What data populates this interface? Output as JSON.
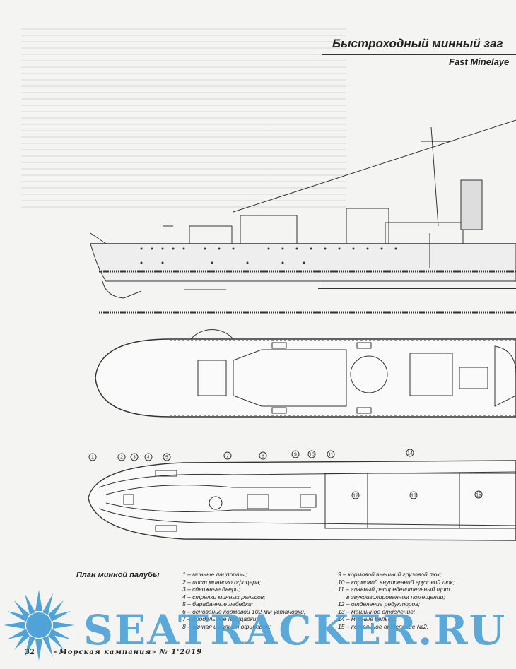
{
  "header": {
    "title": "Быстроходный минный заг",
    "subtitle": "Fast Minelaye"
  },
  "plan": {
    "label": "План минной палубы",
    "callouts": [
      "1",
      "2",
      "3",
      "4",
      "5",
      "7",
      "8",
      "9",
      "10",
      "11",
      "12",
      "13",
      "14",
      "15"
    ]
  },
  "legend": {
    "left": [
      "1 – минные лацпорты;",
      "2 – пост минного офицера;",
      "3 – сдвижные двери;",
      "4 – стрелки минных рельсов;",
      "5 – барабанные лебедки;",
      "6 – основание кормовой 102-мм установки;",
      "7 – продольные площадки;",
      "8 – ванная и гальюн офицеров;"
    ],
    "right": [
      "9 – кормовой внешний грузовой люк;",
      "10 – кормовой внутренний грузовой люк;",
      "11 – главный распределительный щит",
      "в звукоизолированном помещении;",
      "12 – отделение редукторов;",
      "13 – машинное отделение;",
      "14 – минные рельсы;",
      "15 – котельное отделение №2;"
    ]
  },
  "footer": {
    "page": "32",
    "magazine": "«Морская кампания» № 1'2019"
  },
  "watermark": {
    "text": "SEATRACKER.RU",
    "color": "#4fa3d8"
  }
}
